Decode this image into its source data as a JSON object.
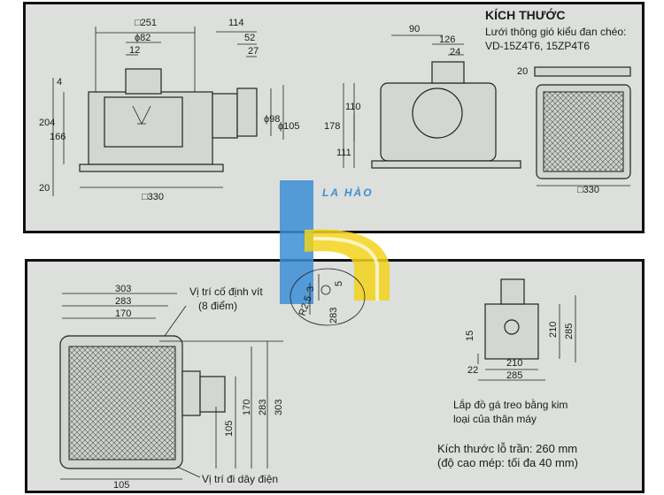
{
  "title": "KÍCH THƯỚC",
  "grille_note_line1": "Lưới thông gió kiểu đan chéo:",
  "grille_note_line2": "VD-15Z4T6, 15ZP4T6",
  "front_view": {
    "top_width": "□251",
    "duct_diameter": "ϕ82",
    "collar": "12",
    "height_total": "204",
    "height_body": "166",
    "top_gap": "4",
    "grille_height": "20",
    "bottom_width": "□330",
    "side_114": "114",
    "side_52": "52",
    "side_27": "27",
    "duct_98": "ϕ98",
    "duct_105": "ϕ105"
  },
  "side_view": {
    "w90": "90",
    "w126": "126",
    "w24": "24",
    "h178": "178",
    "h110": "110",
    "h111": "111"
  },
  "grille_view": {
    "h20": "20",
    "w330": "□330"
  },
  "logo_text": "LA HÀO",
  "detail": {
    "r25": "R2.5",
    "d3": "3",
    "d5": "5",
    "d283": "283"
  },
  "bottom_view": {
    "w303": "303",
    "w283": "283",
    "w170": "170",
    "screw_label_line1": "Vị trí cố định vít",
    "screw_label_line2": "(8 điểm)",
    "h105": "105",
    "h170": "170",
    "h283": "283",
    "h303": "303",
    "w105": "105",
    "wire_label": "Vị trí đi dây điện"
  },
  "bracket_view": {
    "h15": "15",
    "h210": "210",
    "h285": "285",
    "w22": "22",
    "w210": "210",
    "w285": "285"
  },
  "mount_note_line1": "Lắp đồ gá treo bằng kim",
  "mount_note_line2": "loại của thân máy",
  "ceiling_line1": "Kích thước lỗ trần: 260 mm",
  "ceiling_line2": "(độ cao mép: tối đa 40 mm)"
}
